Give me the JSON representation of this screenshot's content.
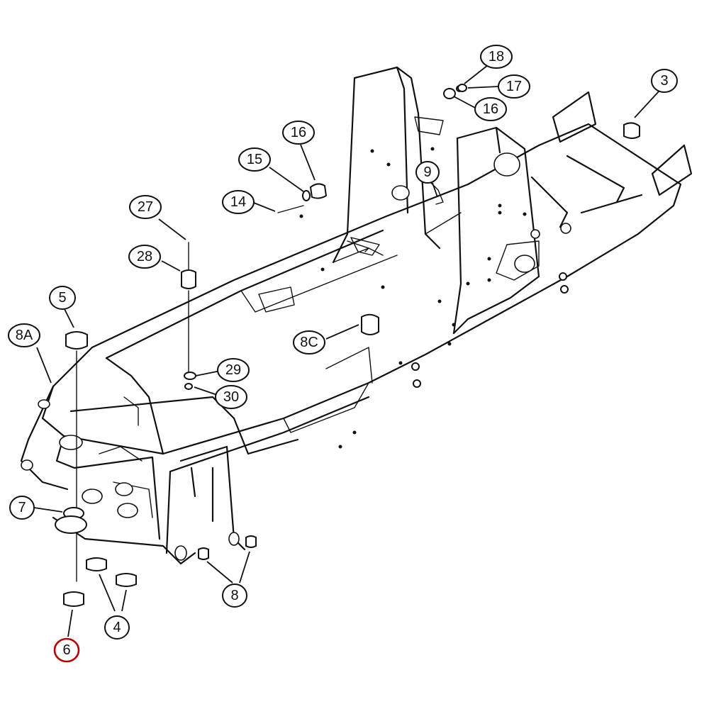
{
  "diagram": {
    "callouts": [
      {
        "id": "c18",
        "label": "18"
      },
      {
        "id": "c17",
        "label": "17"
      },
      {
        "id": "c16a",
        "label": "16"
      },
      {
        "id": "c3",
        "label": "3"
      },
      {
        "id": "c16b",
        "label": "16"
      },
      {
        "id": "c15",
        "label": "15"
      },
      {
        "id": "c14",
        "label": "14"
      },
      {
        "id": "c9",
        "label": "9"
      },
      {
        "id": "c27",
        "label": "27"
      },
      {
        "id": "c28",
        "label": "28"
      },
      {
        "id": "c5",
        "label": "5"
      },
      {
        "id": "c8a",
        "label": "8A"
      },
      {
        "id": "c8c",
        "label": "8C"
      },
      {
        "id": "c29",
        "label": "29"
      },
      {
        "id": "c30",
        "label": "30"
      },
      {
        "id": "c7",
        "label": "7"
      },
      {
        "id": "c8",
        "label": "8"
      },
      {
        "id": "c4",
        "label": "4"
      },
      {
        "id": "c6",
        "label": "6",
        "highlighted": true
      }
    ],
    "highlight_color": "#b30000"
  }
}
